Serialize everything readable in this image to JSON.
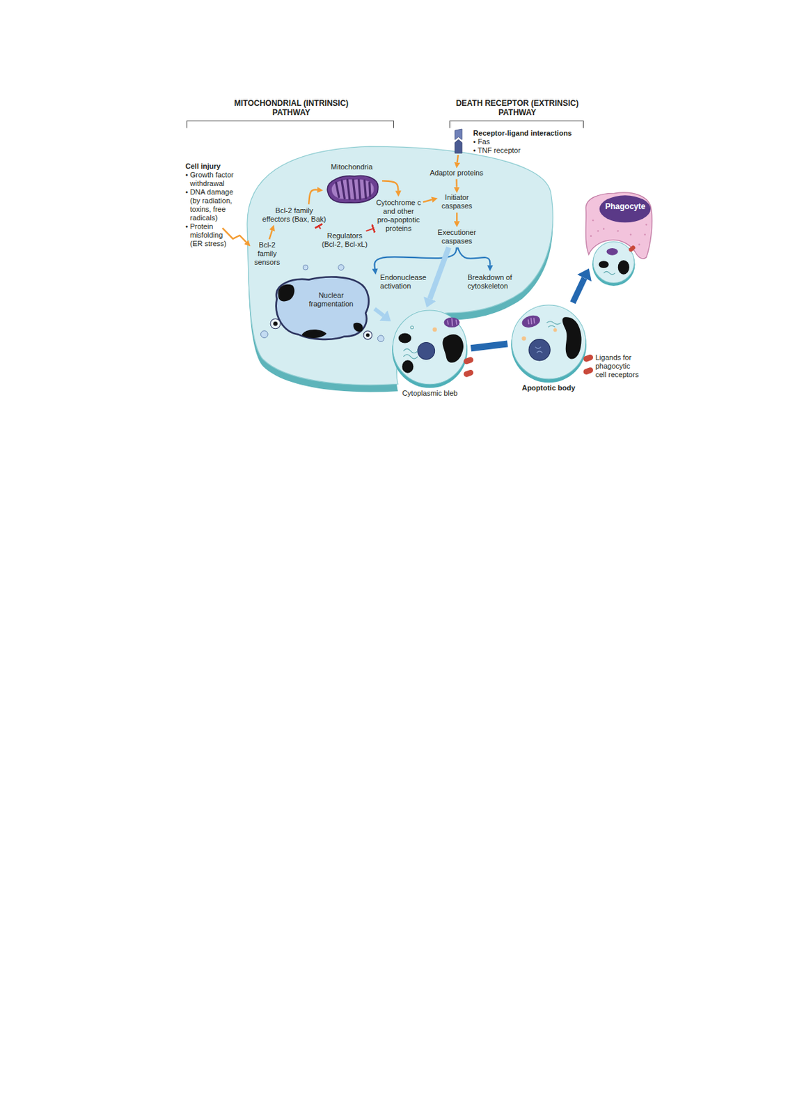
{
  "diagram": {
    "nodes": [
      {
        "text": [
          "Cell injury",
          "• Growth factor withdrawal",
          "• DNA damage (by radiation, toxins, free radicals)",
          "• Protein misfolding (ER stress)"
        ]
      },
      {
        "text": [
          "Bcl-2 family sensors"
        ]
      },
      {
        "text": [
          "Bcl-2 family effectors (Bax, Bak)"
        ]
      },
      {
        "text": [
          "Mitochondria"
        ]
      },
      {
        "text": [
          "Cytochrome c and other pro-apoptotic proteins"
        ]
      },
      {
        "text": [
          "Regulators (Bcl-2, Bcl-xL)"
        ]
      },
      {
        "text": [
          "Receptor-ligand interactions",
          "• Fas",
          "• TNF receptor"
        ]
      },
      {
        "text": [
          "Adaptor proteins"
        ]
      },
      {
        "text": [
          "Initiator caspases"
        ]
      },
      {
        "text": [
          "Executioner caspases"
        ]
      },
      {
        "text": [
          "Endonuclease activation"
        ]
      },
      {
        "text": [
          "Breakdown of cytoskeleton"
        ]
      },
      {
        "text": [
          "Nuclear fragmentation"
        ]
      },
      {
        "text": [
          "Cytoplasmic bleb"
        ]
      },
      {
        "text": [
          "Apoptotic body"
        ]
      },
      {
        "text": [
          "Phagocyte"
        ]
      }
    ],
    "edges": [
      {
        "from": 0,
        "to": 1,
        "arrow": "to"
      },
      {
        "from": 1,
        "to": 2,
        "arrow": "to"
      },
      {
        "from": 2,
        "to": 3,
        "arrow": "to"
      },
      {
        "from": 3,
        "to": 4,
        "arrow": "to"
      },
      {
        "from": 4,
        "to": 8,
        "arrow": "to"
      },
      {
        "from": 5,
        "to": 2,
        "arrow": "to"
      },
      {
        "from": 5,
        "to": 4,
        "arrow": "to"
      },
      {
        "from": 6,
        "to": 7,
        "arrow": "to"
      },
      {
        "from": 7,
        "to": 8,
        "arrow": "to"
      },
      {
        "from": 8,
        "to": 9,
        "arrow": "to"
      },
      {
        "from": 9,
        "to": 10,
        "arrow": "to"
      },
      {
        "from": 9,
        "to": 11,
        "arrow": "to"
      },
      {
        "from": 9,
        "to": 13,
        "arrow": "to"
      },
      {
        "from": 12,
        "to": 13,
        "arrow": "to"
      },
      {
        "from": 13,
        "to": 14,
        "arrow": "none"
      },
      {
        "from": 14,
        "to": 15,
        "arrow": "to"
      }
    ],
    "labels": [
      "MITOCHONDRIAL (INTRINSIC) PATHWAY",
      "DEATH RECEPTOR (EXTRINSIC) PATHWAY",
      "Ligands for phagocytic cell receptors"
    ]
  }
}
